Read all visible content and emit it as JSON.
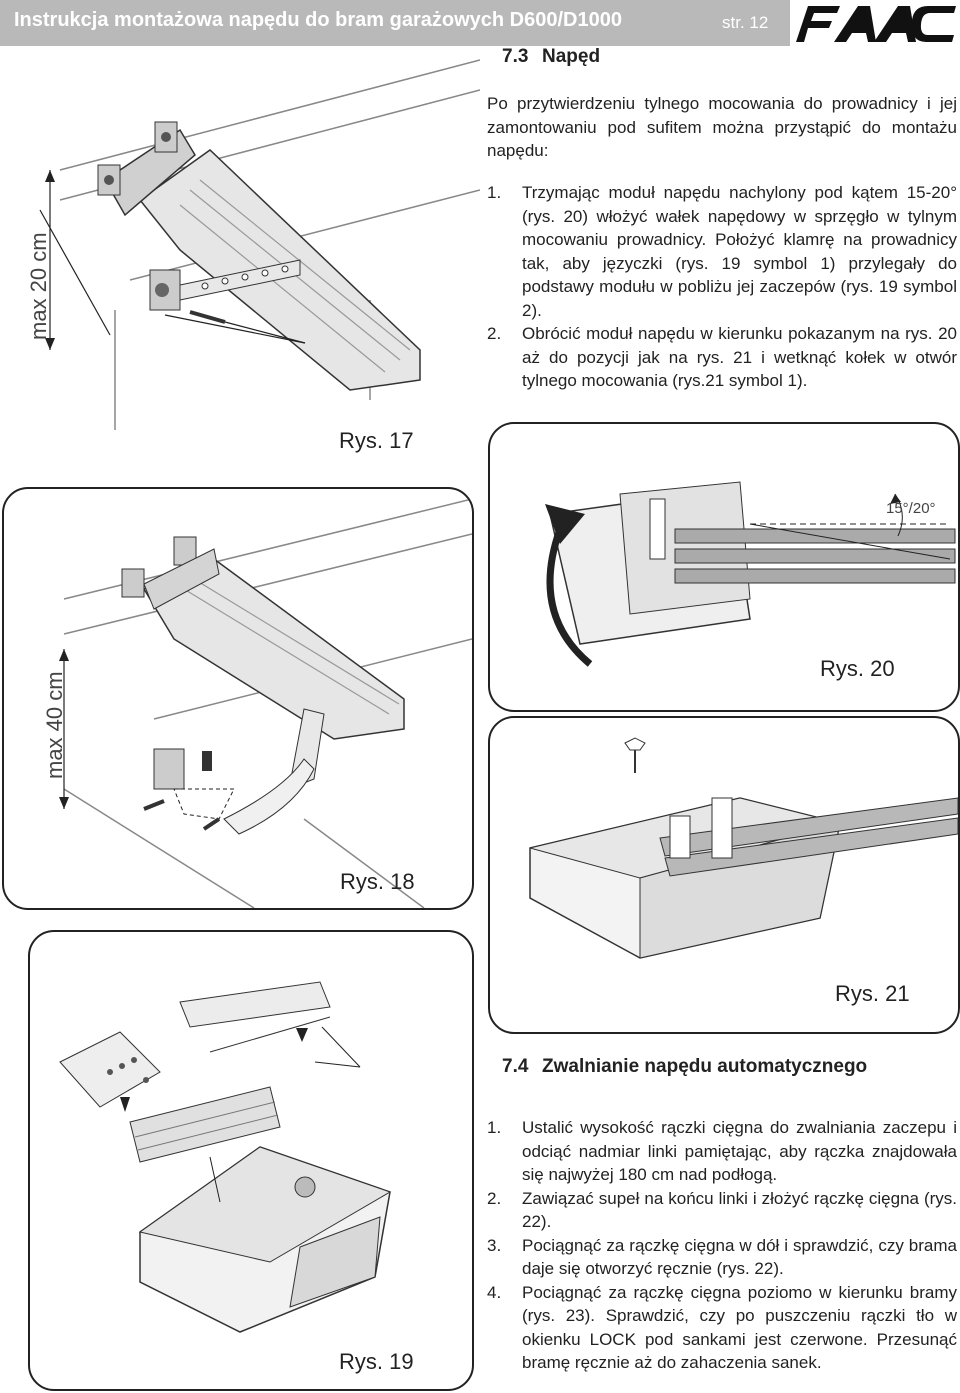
{
  "header": {
    "title": "Instrukcja montażowa napędu do bram garażowych D600/D1000",
    "page": "str. 12",
    "logo_alt": "FAAC"
  },
  "section_7_3": {
    "number": "7.3",
    "title": "Napęd",
    "intro": "Po przytwierdzeniu tylnego mocowania do prowadnicy i jej zamontowaniu pod sufitem można przystąpić do montażu napędu:",
    "steps": [
      {
        "n": "1.",
        "text": "Trzymając moduł napędu nachylony pod kątem 15-20° (rys. 20) włożyć wałek napędowy w sprzęgło w tylnym mocowaniu prowadnicy. Położyć klamrę na prowadnicy tak, aby języczki (rys. 19 symbol 1) przylegały do podstawy modułu w pobliżu jej zaczepów (rys. 19 symbol 2)."
      },
      {
        "n": "2.",
        "text": "Obrócić moduł napędu w kierunku pokazanym na rys. 20 aż do pozycji jak na rys. 21 i wetknąć kołek w otwór tylnego mocowania (rys.21 symbol 1)."
      }
    ]
  },
  "section_7_4": {
    "number": "7.4",
    "title": "Zwalnianie napędu automatycznego",
    "steps": [
      {
        "n": "1.",
        "text": "Ustalić wysokość rączki cięgna do zwalniania zaczepu i odciąć nadmiar linki pamiętając, aby rączka znajdowała się najwyżej 180 cm nad podłogą."
      },
      {
        "n": "2.",
        "text": "Zawiązać supeł na końcu linki i złożyć rączkę cięgna (rys. 22)."
      },
      {
        "n": "3.",
        "text": "Pociągnąć za rączkę cięgna w dół i sprawdzić, czy brama daje się otworzyć ręcznie (rys. 22)."
      },
      {
        "n": "4.",
        "text": "Pociągnąć za rączkę cięgna poziomo w kierunku bramy (rys. 23). Sprawdzić, czy po puszczeniu rączki tło w okienku LOCK pod sankami jest czerwone. Przesunąć bramę ręcznie aż do zahaczenia sanek."
      }
    ]
  },
  "figures": {
    "fig17": {
      "caption": "Rys. 17",
      "dimension_label": "max 20 cm"
    },
    "fig18": {
      "caption": "Rys. 18",
      "dimension_label": "max 40 cm"
    },
    "fig19": {
      "caption": "Rys. 19"
    },
    "fig20": {
      "caption": "Rys. 20",
      "angle_label": "15°/20°"
    },
    "fig21": {
      "caption": "Rys. 21"
    }
  }
}
